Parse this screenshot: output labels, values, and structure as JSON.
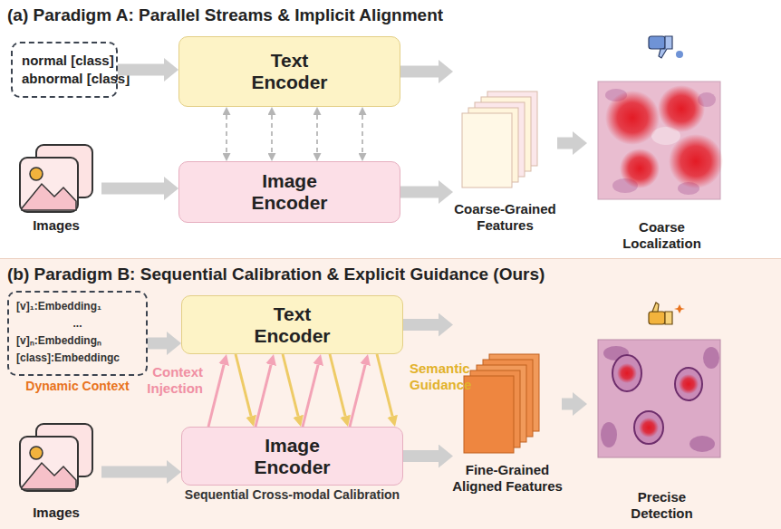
{
  "diagram": {
    "nodes": [
      {
        "text": [
          "(a) Paradigm A: Parallel Streams & Implicit Alignment"
        ]
      },
      {
        "text": [
          "normal [class]",
          "abnormal [class]"
        ],
        "in": 0
      },
      {
        "text": [
          "Text Encoder"
        ],
        "in": 0
      },
      {
        "text": [
          "Image Encoder"
        ],
        "in": 0
      },
      {
        "text": [
          "Images"
        ],
        "in": 0
      },
      {
        "text": [
          "Coarse-Grained Features"
        ],
        "in": 0
      },
      {
        "text": [
          "Coarse Localization"
        ],
        "in": 0
      },
      {
        "text": [
          "(b) Paradigm B: Sequential Calibration & Explicit Guidance (Ours)"
        ]
      },
      {
        "text": [
          "[v]₁:Embedding₁",
          "...",
          "[v]ₙ:Embeddingₙ",
          "[class]:Embeddingc",
          "Dynamic Context"
        ],
        "in": 7
      },
      {
        "text": [
          "Text Encoder"
        ],
        "in": 7
      },
      {
        "text": [
          "Image Encoder",
          "Sequential Cross-modal Calibration"
        ],
        "in": 7
      },
      {
        "text": [
          "Images"
        ],
        "in": 7
      },
      {
        "text": [
          "Fine-Grained Aligned Features"
        ],
        "in": 7
      },
      {
        "text": [
          "Precise Detection"
        ],
        "in": 7
      }
    ],
    "edges": [
      {
        "from": 1,
        "to": 2,
        "arrow": "to"
      },
      {
        "from": 4,
        "to": 3,
        "arrow": "to"
      },
      {
        "from": 2,
        "to": 5,
        "arrow": "to"
      },
      {
        "from": 3,
        "to": 5,
        "arrow": "to"
      },
      {
        "from": 5,
        "to": 6,
        "arrow": "to"
      },
      {
        "from": 2,
        "to": 3,
        "arrow": "both"
      },
      {
        "from": 2,
        "to": 3,
        "arrow": "both"
      },
      {
        "from": 2,
        "to": 3,
        "arrow": "both"
      },
      {
        "from": 2,
        "to": 3,
        "arrow": "both"
      },
      {
        "from": 8,
        "to": 9,
        "arrow": "to"
      },
      {
        "from": 11,
        "to": 10,
        "arrow": "to"
      },
      {
        "from": 9,
        "to": 12,
        "arrow": "to"
      },
      {
        "from": 10,
        "to": 12,
        "arrow": "to"
      },
      {
        "from": 12,
        "to": 13,
        "arrow": "to"
      },
      {
        "from": 10,
        "to": 9,
        "arrow": "to",
        "label": "Context Injection"
      },
      {
        "from": 10,
        "to": 9,
        "arrow": "to"
      },
      {
        "from": 10,
        "to": 9,
        "arrow": "to"
      },
      {
        "from": 10,
        "to": 9,
        "arrow": "to"
      },
      {
        "from": 9,
        "to": 10,
        "arrow": "to"
      },
      {
        "from": 9,
        "to": 10,
        "arrow": "to"
      },
      {
        "from": 9,
        "to": 10,
        "arrow": "to"
      },
      {
        "from": 9,
        "to": 10,
        "arrow": "to",
        "label": "Semantic Guidance"
      }
    ]
  }
}
